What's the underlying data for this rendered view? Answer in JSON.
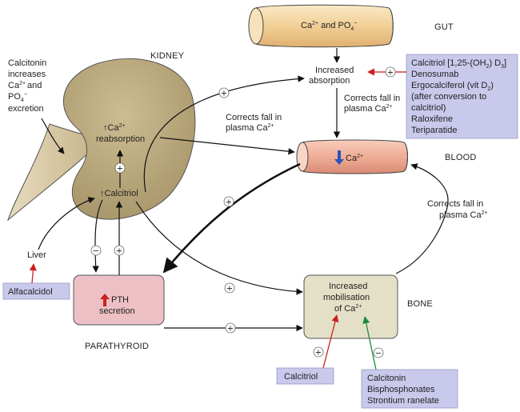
{
  "organs": {
    "gut": "GUT",
    "kidney": "KIDNEY",
    "blood": "BLOOD",
    "bone": "BONE",
    "parathyroid": "PARATHYROID",
    "liver": "Liver"
  },
  "labels": {
    "gut_content_1": "Ca",
    "gut_content_sup": "2+",
    "gut_content_2": " and PO",
    "gut_content_sub": "4",
    "gut_content_sup2": "−",
    "increased_absorption_1": "Increased",
    "increased_absorption_2": "absorption",
    "corrects_1a": "Corrects fall in",
    "corrects_1b": "plasma Ca",
    "corrects_2a": "Corrects fall in",
    "corrects_2b": "plasma Ca",
    "corrects_3a": "Corrects fall in",
    "corrects_3b": "plasma Ca",
    "sup2plus": "2+",
    "blood_ca": "Ca",
    "kidney_reabs_1": "Ca",
    "kidney_reabs_2": "reabsorption",
    "kidney_calcitriol": "Calcitriol",
    "calcitonin_note": [
      "Calcitonin",
      "increases",
      "Ca",
      "and",
      "PO",
      "excretion"
    ],
    "pth_1": "PTH",
    "pth_2": "secretion",
    "bone_1": "Increased",
    "bone_2": "mobilisation",
    "bone_3": "of Ca"
  },
  "drug_boxes": {
    "gut_drugs": [
      "Calcitriol [1,25-(OH",
      ") D",
      "]",
      "Denosumab",
      "Ergocalciferol (vit D",
      ")",
      "(after conversion to",
      "calcitriol)",
      "Raloxifene",
      "Teriparatide"
    ],
    "alfacalcidol": "Alfacalcidol",
    "calcitriol": "Calcitriol",
    "bone_inhibitors": [
      "Calcitonin",
      "Bisphosphonates",
      "Strontium ranelate"
    ]
  },
  "signs": {
    "plus": "+",
    "minus": "−"
  },
  "colors": {
    "kidney": "#b9a87b",
    "gut_tube": "#f3d9a8",
    "blood_tube": "#f0b3a0",
    "pth_box": "#ecc0c4",
    "bone_box": "#e4e0c8",
    "drug_box": "#c9c9ec",
    "red_arrow": "#cc1f1f",
    "green_arrow": "#1d8a3a",
    "blue_arrow": "#2855b8"
  }
}
